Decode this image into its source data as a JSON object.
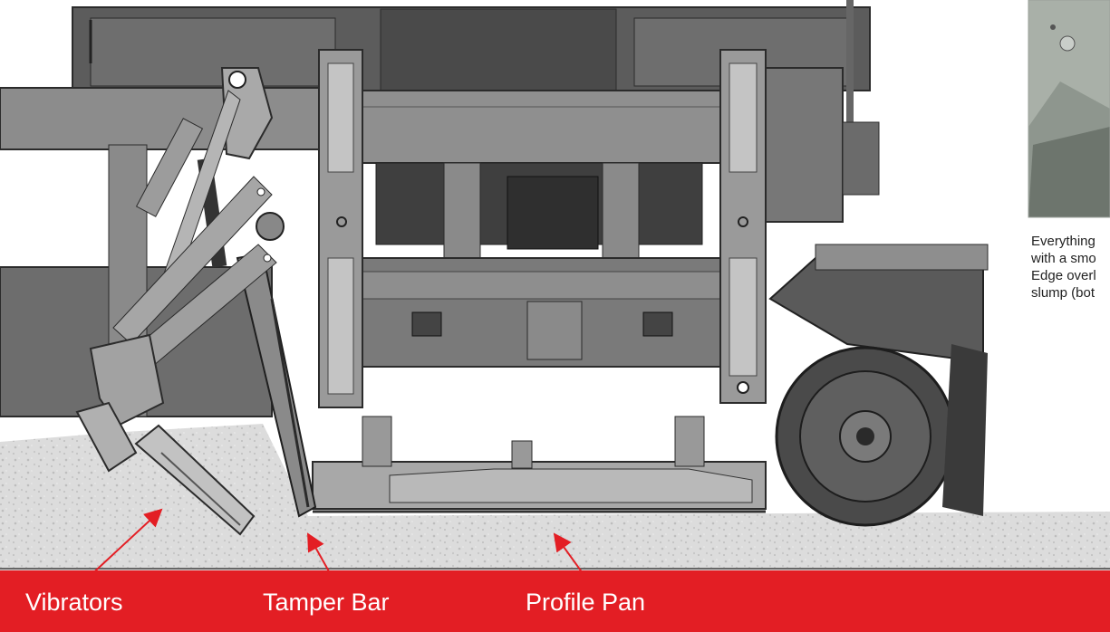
{
  "caption": {
    "lines": [
      "Everything",
      "with a smo",
      "Edge overl",
      "slump (bot"
    ]
  },
  "labels": {
    "vibrators": "Vibrators",
    "tamper_bar": "Tamper Bar",
    "profile_pan": "Profile Pan"
  },
  "colors": {
    "accent_red": "#e31e24",
    "machine_gray": "#8a8a8a",
    "dark_gray": "#333333",
    "concrete": "#d7d7d7"
  },
  "icons": {
    "vibrators": "vibrator-assembly",
    "tamper_bar": "tamper-bar",
    "profile_pan": "profile-pan",
    "track": "track-wheel"
  }
}
